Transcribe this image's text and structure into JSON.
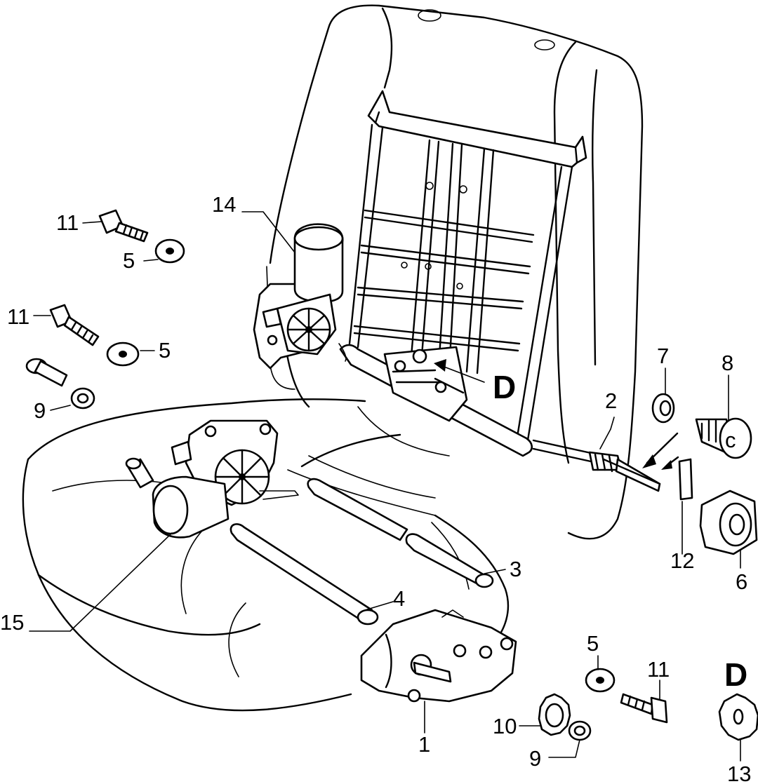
{
  "labels": {
    "l1": "1",
    "l2": "2",
    "l3": "3",
    "l4": "4",
    "l5a": "5",
    "l5b": "5",
    "l5c": "5",
    "l6": "6",
    "l7": "7",
    "l8": "8",
    "l9a": "9",
    "l9b": "9",
    "l10": "10",
    "l11a": "11",
    "l11b": "11",
    "l11c": "11",
    "l12": "12",
    "l13": "13",
    "l14": "14",
    "l15": "15",
    "dA": "D",
    "dB": "D"
  }
}
